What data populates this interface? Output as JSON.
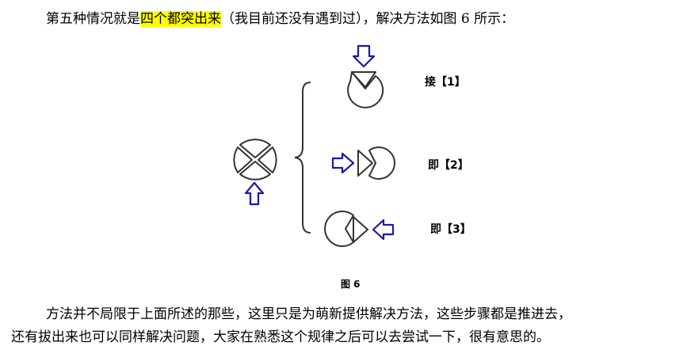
{
  "text": {
    "intro_pre": "第五种情况就是",
    "intro_highlight": "四个都突出来",
    "intro_post": "（我目前还没有遇到过），解决方法如图 6 所示：",
    "caption": "图 6",
    "para1": "方法并不局限于上面所述的那些，这里只是为萌新提供解决方法，这些步骤都是推进去，",
    "para2": "还有拔出来也可以同样解决问题，大家在熟悉这个规律之后可以去尝试一下，很有意思的。"
  },
  "figure": {
    "labels": [
      "接【1】",
      "即【2】",
      "即【3】"
    ],
    "icons": [
      "cross-piece-icon",
      "push-arrow-up-icon",
      "brace-icon",
      "down-arrow-icon",
      "right-arrow-icon",
      "left-arrow-icon"
    ],
    "colors": {
      "arrow": "#1a1aa8",
      "outline": "#333333",
      "highlight": "#ffff00"
    }
  }
}
